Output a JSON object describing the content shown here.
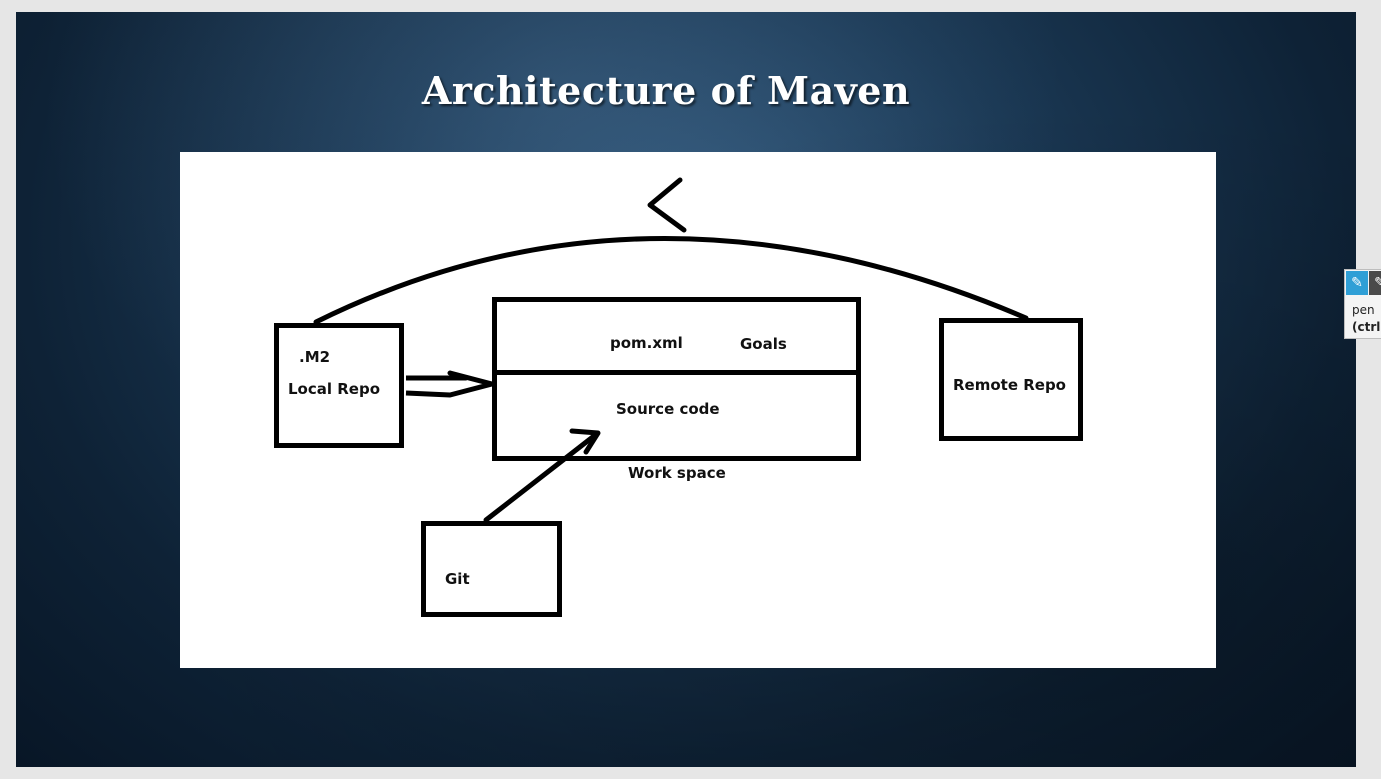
{
  "slide": {
    "title": "Architecture of Maven"
  },
  "diagram": {
    "local_repo": {
      "line1": ".M2",
      "line2": "Local Repo"
    },
    "workspace": {
      "top_left": "pom.xml",
      "top_right": "Goals",
      "bottom": "Source code",
      "caption": "Work space"
    },
    "remote_repo": {
      "label": "Remote Repo"
    },
    "git": {
      "label": "Git"
    },
    "connectors": [
      {
        "from": "remote_repo",
        "to": "local_repo",
        "style": "curved-arrow"
      },
      {
        "from": "local_repo",
        "to": "workspace",
        "style": "double-arrow"
      },
      {
        "from": "git",
        "to": "workspace",
        "style": "arrow"
      }
    ]
  },
  "pen_tool": {
    "name": "pen",
    "shortcut": "(ctrl +",
    "icons": [
      "pen-icon",
      "eraser-icon"
    ],
    "active_color": "#2f9fd6"
  },
  "colors": {
    "slide_background": "#1b3955",
    "panel": "#ffffff",
    "ink": "#000000"
  }
}
